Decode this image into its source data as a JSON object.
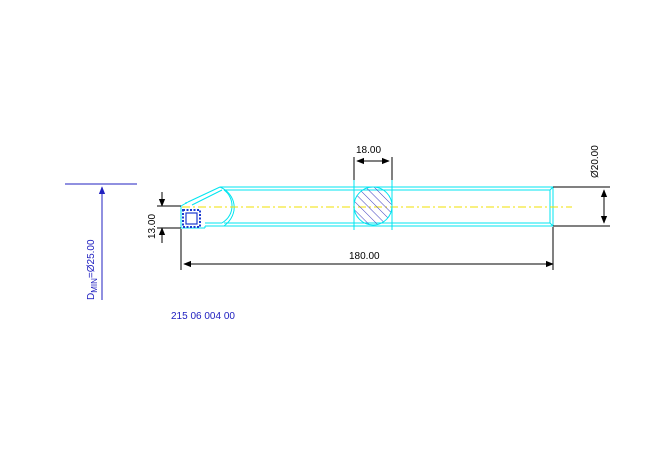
{
  "drawing": {
    "dim_head_width": "13.00",
    "dim_total_length": "180.00",
    "dim_insert_width": "18.00",
    "dim_shank_diameter": "Ø20.00",
    "dmin_prefix": "D",
    "dmin_subscript": "MIN",
    "dmin_value": "=Ø25.00",
    "part_number": "215 06 004 00"
  },
  "colors": {
    "outline": "#00e5f0",
    "centerline": "#f0e000",
    "dimension": "#000000",
    "hatch": "#4040c0",
    "insert": "#1a3ad0",
    "dmin": "#2020c0",
    "part_number": "#2020c0"
  }
}
